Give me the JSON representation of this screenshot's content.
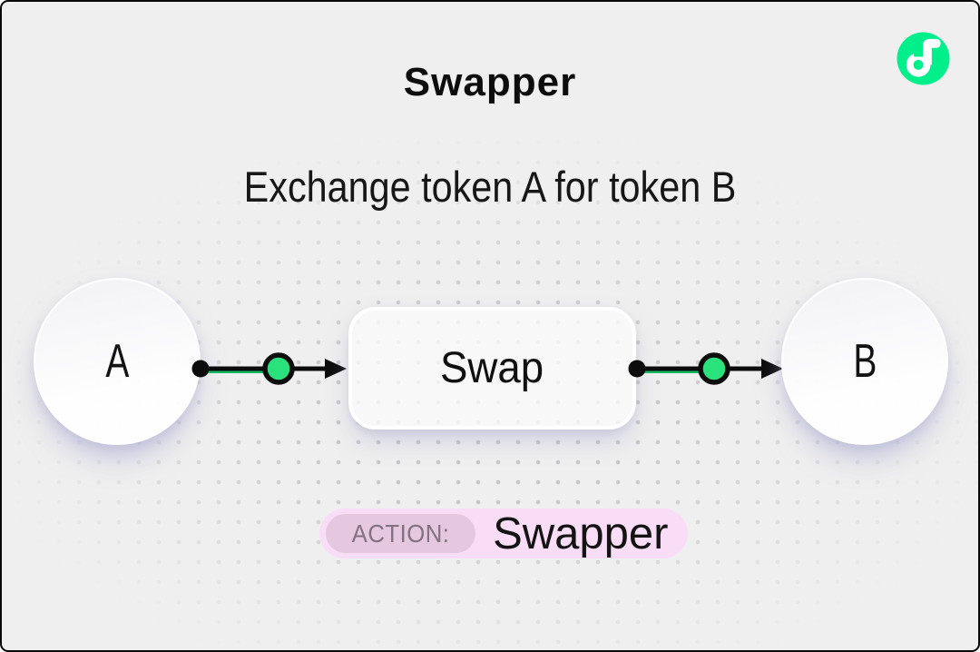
{
  "header": {
    "title": "Swapper",
    "subtitle": "Exchange token A for token B"
  },
  "logo": {
    "name": "flow-logo",
    "color": "#00EF8B"
  },
  "diagram": {
    "nodes": [
      {
        "id": "A",
        "label": "A",
        "shape": "circle"
      },
      {
        "id": "swap",
        "label": "Swap",
        "shape": "rounded-rect"
      },
      {
        "id": "B",
        "label": "B",
        "shape": "circle"
      }
    ],
    "edges": [
      {
        "from": "A",
        "to": "swap",
        "style": "dot-greenring-arrow"
      },
      {
        "from": "swap",
        "to": "B",
        "style": "dot-greenring-arrow"
      }
    ],
    "colors": {
      "connector_black": "#0c0c0c",
      "connector_green": "#29E27B",
      "connector_green_line": "#16b862"
    }
  },
  "badge": {
    "label": "ACTION:",
    "value": "Swapper",
    "bg": "#F9DDF6",
    "chip_bg": "#E5C8E0",
    "label_color": "#82717F"
  },
  "page": {
    "background": "#EFEFEF",
    "border_color": "#0A0A0A"
  }
}
